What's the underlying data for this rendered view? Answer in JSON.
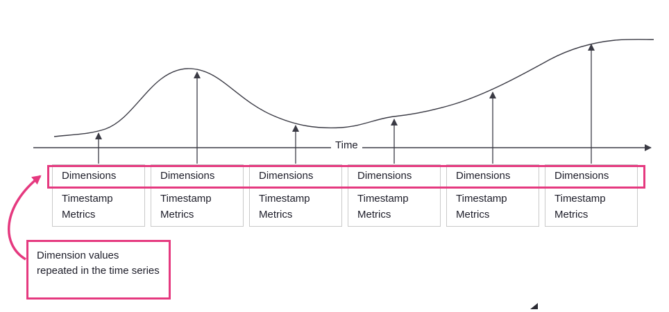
{
  "diagram": {
    "axis_label": "Time",
    "colors": {
      "accent_pink": "#e5397f",
      "line": "#3a3a44",
      "box_border": "#c9c9c9",
      "text": "#1c1c28"
    },
    "records": [
      {
        "dimensions": "Dimensions",
        "timestamp": "Timestamp",
        "metrics": "Metrics"
      },
      {
        "dimensions": "Dimensions",
        "timestamp": "Timestamp",
        "metrics": "Metrics"
      },
      {
        "dimensions": "Dimensions",
        "timestamp": "Timestamp",
        "metrics": "Metrics"
      },
      {
        "dimensions": "Dimensions",
        "timestamp": "Timestamp",
        "metrics": "Metrics"
      },
      {
        "dimensions": "Dimensions",
        "timestamp": "Timestamp",
        "metrics": "Metrics"
      },
      {
        "dimensions": "Dimensions",
        "timestamp": "Timestamp",
        "metrics": "Metrics"
      }
    ],
    "callout": {
      "text": "Dimension values repeated in the time series"
    }
  }
}
